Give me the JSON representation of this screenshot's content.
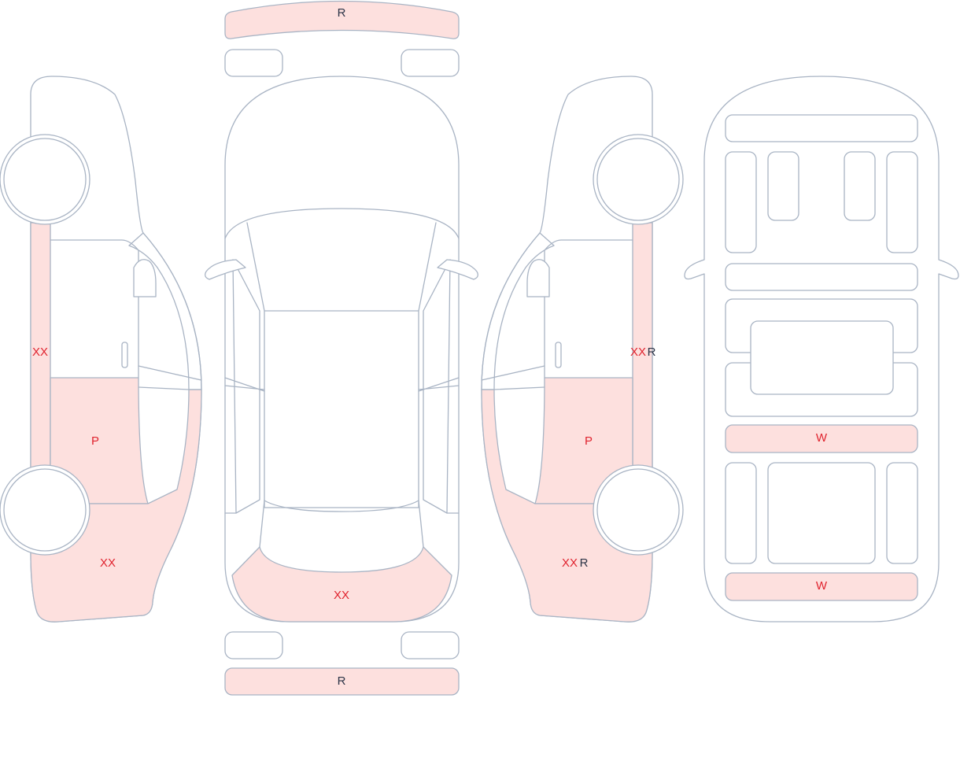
{
  "colors": {
    "outline": "#a9b4c4",
    "highlight_fill": "#fde0de",
    "damage_code": "#e0232e",
    "repair_code": "#2c3447"
  },
  "labels": {
    "front_bumper": "R",
    "rear_bumper": "R",
    "hood": "XX",
    "left_rocker": "XX",
    "left_rear_door": "P",
    "left_quarter": "XX",
    "right_rocker_damage": "XX",
    "right_rocker_repair": "R",
    "right_rear_door": "P",
    "right_quarter_damage": "XX",
    "right_quarter_repair": "R",
    "interior_panel_1": "W",
    "interior_panel_2": "W"
  }
}
